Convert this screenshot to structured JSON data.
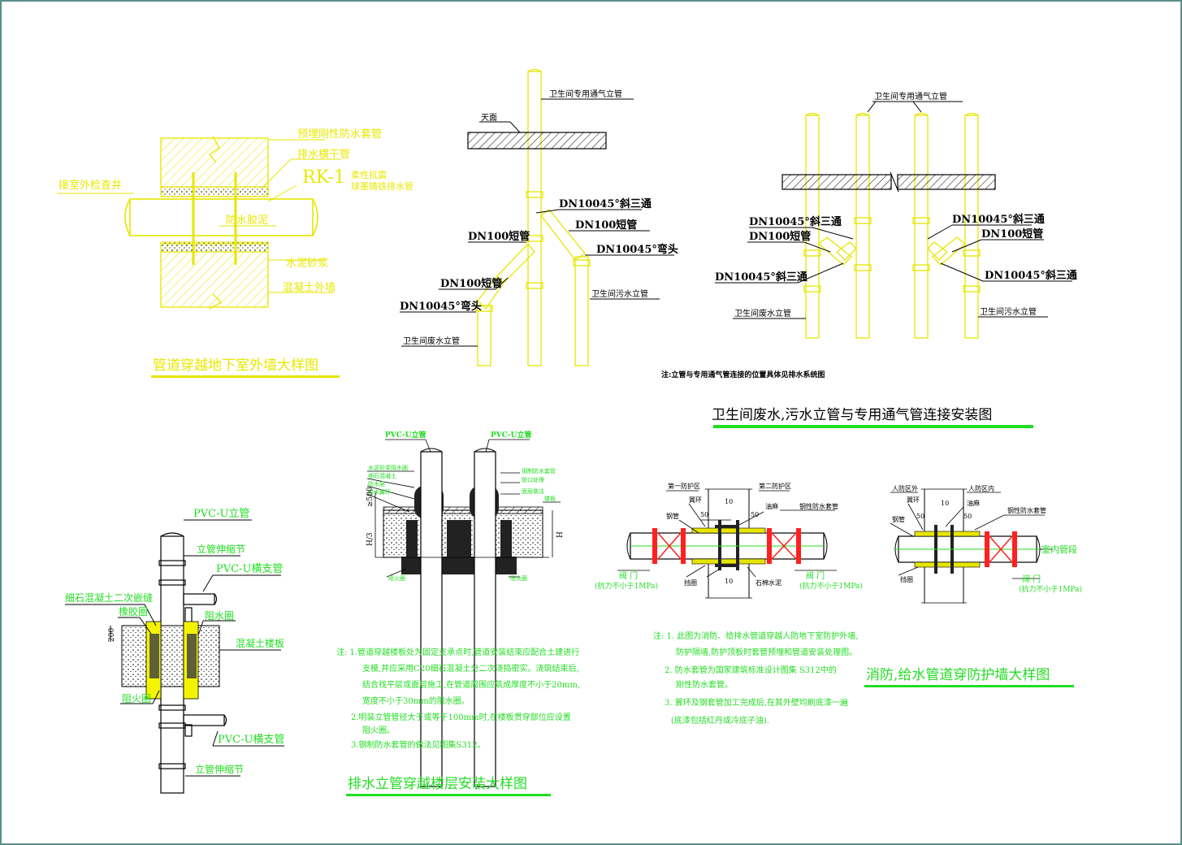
{
  "colors": {
    "yellow": "#e6e600",
    "green": "#22dd22",
    "black": "#000000",
    "red": "#ff2020",
    "frame": "#5b8f8a"
  },
  "wall_detail": {
    "title": "管道穿越地下室外墙大样图",
    "labels": {
      "sleeve": "预埋刚性防水套管",
      "drain_main": "排水横干管",
      "rk1": "RK-1",
      "rk1_desc1": "柔性抗震",
      "rk1_desc2": "球墨铸铁排水管",
      "to_well": "接室外检查井",
      "sealant": "防水胶泥",
      "mortar": "水泥砂浆",
      "wall": "混凝土外墙"
    }
  },
  "vent_left": {
    "labels": {
      "vent_stack": "卫生间专用通气立管",
      "roof": "天面",
      "tee45": "DN10045°斜三通",
      "short1": "DN100短管",
      "short2": "DN100短管",
      "elbow1": "DN10045°弯头",
      "short3": "DN100短管",
      "elbow2": "DN10045°弯头",
      "sewage": "卫生间污水立管",
      "waste": "卫生间废水立管"
    }
  },
  "vent_right": {
    "title": "卫生间废水,污水立管与专用通气管连接安装图",
    "note": "注:立管与专用通气管连接的位置具体见排水系统图",
    "labels": {
      "vent_stack": "卫生间专用通气立管",
      "tee_l1": "DN10045°斜三通",
      "short_l": "DN100短管",
      "tee_l2": "DN10045°斜三通",
      "waste": "卫生间废水立管",
      "tee_r1": "DN10045°斜三通",
      "short_r": "DN100短管",
      "tee_r2": "DN10045°斜三通",
      "sewage": "卫生间污水立管"
    }
  },
  "floor_left": {
    "labels": {
      "pvc_stack": "PVC-U立管",
      "expansion1": "立管伸缩节",
      "pvc_branch1": "PVC-U横支管",
      "fine_concrete": "细石混凝土二次嵌缝",
      "rubber_ring": "橡胶圈",
      "water_stop": "阻水圈",
      "dim200": "200",
      "slab": "混凝土楼板",
      "fire_ring": "阻火圈",
      "pvc_branch2": "PVC-U横支管",
      "expansion2": "立管伸缩节"
    }
  },
  "floor_mid": {
    "title": "排水立管穿越楼层安装大样图",
    "labels": {
      "pvc1": "PVC-U立管",
      "pvc2": "PVC-U立管",
      "l1": "水泥砂浆阻水圈",
      "l2": "细石混凝土",
      "l3": "防水层",
      "l4": "阻水翼环",
      "r1": "钢制防水套管",
      "r2": "管口处理",
      "r3": "面层做法",
      "r4": "楼板",
      "fire": "阻火圈",
      "fire2": "阻火圈",
      "dim1": "≥500",
      "dim2": "H/3",
      "dim3": "H"
    },
    "notes": [
      "注: 1.管道穿越楼板处为固定支承点时,管道安装结束应配合土建进行",
      "支模,并应采用C20细石混凝土分二次浇捣密实。浇筑结束后,",
      "结合找平层或面层施工,在管道周围应筑成厚度不小于20mm,",
      "宽度不小于30mm的阻水圈。",
      "2.明装立管管径大于或等于100mm时,在楼板贯穿部位应设置",
      "阻火圈。",
      "3.钢制防水套管的做法见图集S312。"
    ]
  },
  "civil_left": {
    "labels": {
      "zone1": "第一防护区",
      "zone2": "第二防护区",
      "wing": "翼环",
      "steel": "钢管",
      "plate": "钢性防水套管",
      "fill": "油麻",
      "seal": "挡圈",
      "cement": "石棉水泥",
      "valve_l": "阀 门",
      "valve_l2": "(抗力不小于1MPa)",
      "valve_r": "阀 门",
      "valve_r2": "(抗力不小于1MPa)",
      "d50a": "50",
      "d50b": "50",
      "d10a": "10",
      "d10b": "10"
    },
    "notes": [
      "注: 1. 此图为消防、给排水管道穿越人防地下室防护外墙,",
      "防护隔墙,防护顶板时套管预埋和管道安装处理图。",
      "2. 防水套管为国家建筑标准设计图集 S312中的",
      "刚性防水套管。",
      "3. 翼环及钢套管加工完成后,在其外壁均刷底漆一遍",
      "(底漆包括红丹或冷底子油)."
    ]
  },
  "civil_right": {
    "title": "消防,给水管道穿防护墙大样图",
    "labels": {
      "outside": "人防区外",
      "inside": "人防区内",
      "wing": "翼环",
      "steel": "钢管",
      "fill": "油麻",
      "plate": "钢性防水套管",
      "seal": "挡圈",
      "indoor": "室内管段",
      "valve": "阀 门",
      "valve2": "(抗力不小于1MPa)",
      "d50a": "50",
      "d50b": "50",
      "d10": "10"
    }
  }
}
